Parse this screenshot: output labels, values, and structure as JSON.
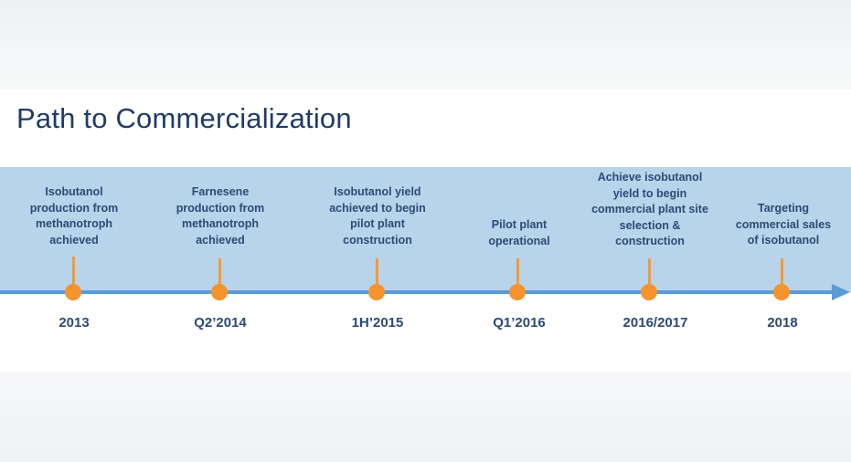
{
  "title": "Path to Commercialization",
  "colors": {
    "band": "#b7d4ea",
    "axis": "#5a9bd5",
    "milestone": "#f5932c",
    "text": "#2b4a78",
    "title": "#1f3b66"
  },
  "milestones": [
    {
      "date": "2013",
      "description": "Isobutanol\nproduction from\nmethanotroph\nachieved"
    },
    {
      "date": "Q2’2014",
      "description": "Farnesene\nproduction from\nmethanotroph\nachieved"
    },
    {
      "date": "1H’2015",
      "description": "Isobutanol yield\nachieved to begin\npilot plant\nconstruction"
    },
    {
      "date": "Q1’2016",
      "description": "Pilot plant\noperational"
    },
    {
      "date": "2016/2017",
      "description": "Achieve isobutanol\nyield to begin\ncommercial plant site\nselection &\nconstruction"
    },
    {
      "date": "2018",
      "description": "Targeting\ncommercial sales\nof isobutanol"
    }
  ]
}
